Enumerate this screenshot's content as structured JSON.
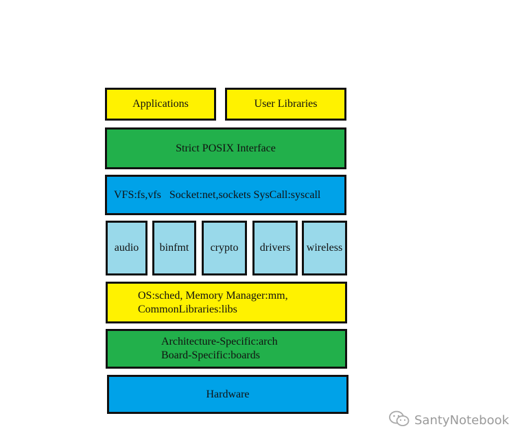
{
  "diagram": {
    "applications": "Applications",
    "user_libraries": "User Libraries",
    "posix_interface": "Strict POSIX Interface",
    "vfs_layer": "VFS:fs,vfs   Socket:net,sockets SysCall:syscall",
    "modules": [
      "audio",
      "binfmt",
      "crypto",
      "drivers",
      "wireless"
    ],
    "os_layer": [
      "OS:sched, Memory Manager:mm,",
      "CommonLibraries:libs"
    ],
    "arch_layer": [
      "Architecture-Specific:arch",
      "Board-Specific:boards"
    ],
    "hardware": "Hardware"
  },
  "watermark": {
    "text": "SantyNotebook",
    "icon": "wechat-icon"
  },
  "colors": {
    "yellow": "#fff200",
    "green": "#22b04b",
    "blue": "#00a2e8",
    "light_blue": "#99d9ea",
    "border": "#111111"
  }
}
